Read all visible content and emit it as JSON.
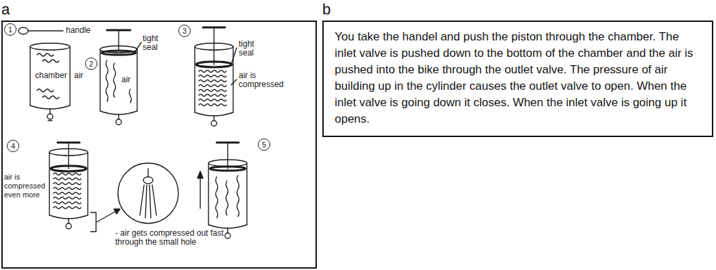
{
  "diagram": {
    "nodes": [
      {
        "text": [
          "a"
        ]
      },
      {
        "text": [
          "b",
          "You take the handel and push the piston through the chamber. The inlet valve is pushed down to the bottom of the chamber and the air is pushed into the bike through the outlet valve. The pressure of air building up in the cylinder causes the outlet valve to open. When the inlet valve is going down it closes. When the inlet valve is going up it opens."
        ]
      }
    ],
    "labels": [
      "1",
      "handle",
      "chamber",
      "air",
      "2",
      "tight seal",
      "air",
      "3",
      "tight seal",
      "air is compressed",
      "4",
      "air is compressed even more",
      "- air gets compressed out fast through the small hole",
      "5"
    ]
  }
}
